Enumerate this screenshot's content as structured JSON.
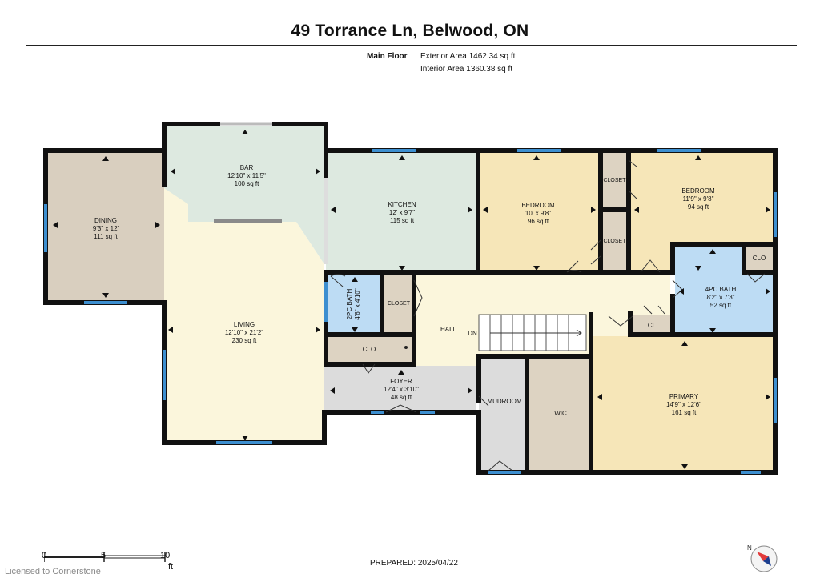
{
  "header": {
    "title": "49 Torrance Ln, Belwood, ON",
    "floor": "Main Floor",
    "exterior_area": "Exterior Area 1462.34 sq ft",
    "interior_area": "Interior Area 1360.38 sq ft"
  },
  "rooms": {
    "dining": {
      "name": "DINING",
      "dims": "9'3\" x 12'",
      "area": "111 sq ft"
    },
    "bar": {
      "name": "BAR",
      "dims": "12'10\" x 11'5\"",
      "area": "100 sq ft"
    },
    "kitchen": {
      "name": "KITCHEN",
      "dims": "12' x 9'7\"",
      "area": "115 sq ft"
    },
    "bedroom1": {
      "name": "BEDROOM",
      "dims": "10' x 9'8\"",
      "area": "96 sq ft"
    },
    "bedroom2": {
      "name": "BEDROOM",
      "dims": "11'9\" x 9'8\"",
      "area": "94 sq ft"
    },
    "living": {
      "name": "LIVING",
      "dims": "12'10\" x 21'2\"",
      "area": "230 sq ft"
    },
    "bath2pc": {
      "name": "2PC BATH",
      "dims": "4'6\" x 4'10\""
    },
    "bath4pc": {
      "name": "4PC BATH",
      "dims": "8'2\" x 7'3\"",
      "area": "52 sq ft"
    },
    "foyer": {
      "name": "FOYER",
      "dims": "12'4\" x 3'10\"",
      "area": "48 sq ft"
    },
    "primary": {
      "name": "PRIMARY",
      "dims": "14'9\" x 12'6\"",
      "area": "161 sq ft"
    },
    "hall": {
      "name": "HALL"
    },
    "dn": {
      "name": "DN"
    },
    "mudroom": {
      "name": "MUDROOM"
    },
    "wic": {
      "name": "WIC"
    },
    "closet_a": {
      "name": "CLOSET"
    },
    "closet_b": {
      "name": "CLOSET"
    },
    "closet_c": {
      "name": "CLOSET"
    },
    "clo_a": {
      "name": "CLO"
    },
    "clo_b": {
      "name": "CLO"
    },
    "cl": {
      "name": "CL"
    }
  },
  "scale": {
    "labels": [
      "0",
      "5",
      "10"
    ],
    "unit": "ft"
  },
  "footer": {
    "prepared": "PREPARED: 2025/04/22",
    "licensed": "Licensed to Cornerstone",
    "compass": "N"
  },
  "colors": {
    "wall": "#111111",
    "window": "#3d8fd0",
    "dining": "#d9cfbf",
    "bar": "#dde9e0",
    "kitchen": "#dde9e0",
    "bedroom": "#f6e6b8",
    "living": "#fbf6dc",
    "bath": "#bddcf4",
    "foyer": "#dcdcdc",
    "closet": "#ddd3c2",
    "hall": "#fbf6dc"
  }
}
